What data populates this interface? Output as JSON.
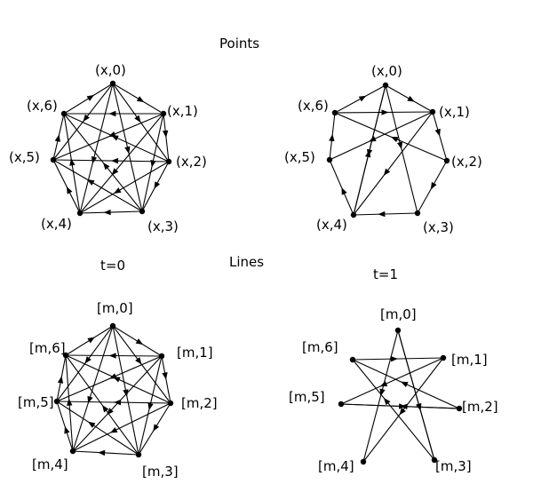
{
  "headings": {
    "points": "Points",
    "lines": "Lines",
    "t0": "t=0",
    "t1": "t=1"
  },
  "graphs": [
    {
      "id": "points-t0",
      "labels": [
        "(x,0)",
        "(x,1)",
        "(x,2)",
        "(x,3)",
        "(x,4)",
        "(x,5)",
        "(x,6)"
      ],
      "edges": [
        [
          0,
          1
        ],
        [
          1,
          2
        ],
        [
          2,
          3
        ],
        [
          3,
          4
        ],
        [
          4,
          5
        ],
        [
          5,
          6
        ],
        [
          6,
          0
        ],
        [
          0,
          2
        ],
        [
          0,
          3
        ],
        [
          0,
          4
        ],
        [
          0,
          5
        ],
        [
          1,
          3
        ],
        [
          1,
          4
        ],
        [
          1,
          5
        ],
        [
          1,
          6
        ],
        [
          2,
          4
        ],
        [
          2,
          5
        ],
        [
          2,
          6
        ],
        [
          3,
          5
        ],
        [
          3,
          6
        ],
        [
          4,
          6
        ]
      ]
    },
    {
      "id": "points-t1",
      "labels": [
        "(x,0)",
        "(x,1)",
        "(x,2)",
        "(x,3)",
        "(x,4)",
        "(x,5)",
        "(x,6)"
      ],
      "edges": [
        [
          0,
          1
        ],
        [
          1,
          2
        ],
        [
          2,
          3
        ],
        [
          3,
          4
        ],
        [
          4,
          5
        ],
        [
          5,
          6
        ],
        [
          6,
          0
        ],
        [
          0,
          3
        ],
        [
          0,
          4
        ],
        [
          1,
          5
        ],
        [
          2,
          6
        ],
        [
          6,
          1
        ],
        [
          1,
          4
        ],
        [
          4,
          0
        ]
      ]
    },
    {
      "id": "lines-t0",
      "labels": [
        "[m,0]",
        "[m,1]",
        "[m,2]",
        "[m,3]",
        "[m,4]",
        "[m,5]",
        "[m,6]"
      ],
      "edges": [
        [
          0,
          1
        ],
        [
          1,
          2
        ],
        [
          2,
          3
        ],
        [
          3,
          4
        ],
        [
          4,
          5
        ],
        [
          5,
          6
        ],
        [
          6,
          0
        ],
        [
          0,
          2
        ],
        [
          0,
          3
        ],
        [
          0,
          4
        ],
        [
          0,
          5
        ],
        [
          1,
          3
        ],
        [
          1,
          4
        ],
        [
          1,
          5
        ],
        [
          1,
          6
        ],
        [
          2,
          4
        ],
        [
          2,
          5
        ],
        [
          2,
          6
        ],
        [
          3,
          5
        ],
        [
          3,
          6
        ],
        [
          4,
          6
        ]
      ]
    },
    {
      "id": "lines-t1",
      "labels": [
        "[m,0]",
        "[m,1]",
        "[m,2]",
        "[m,3]",
        "[m,4]",
        "[m,5]",
        "[m,6]"
      ],
      "edges": [
        [
          0,
          3
        ],
        [
          0,
          4
        ],
        [
          1,
          4
        ],
        [
          1,
          5
        ],
        [
          2,
          5
        ],
        [
          2,
          6
        ],
        [
          3,
          6
        ],
        [
          6,
          1
        ],
        [
          5,
          2
        ],
        [
          0,
          3
        ]
      ]
    }
  ]
}
